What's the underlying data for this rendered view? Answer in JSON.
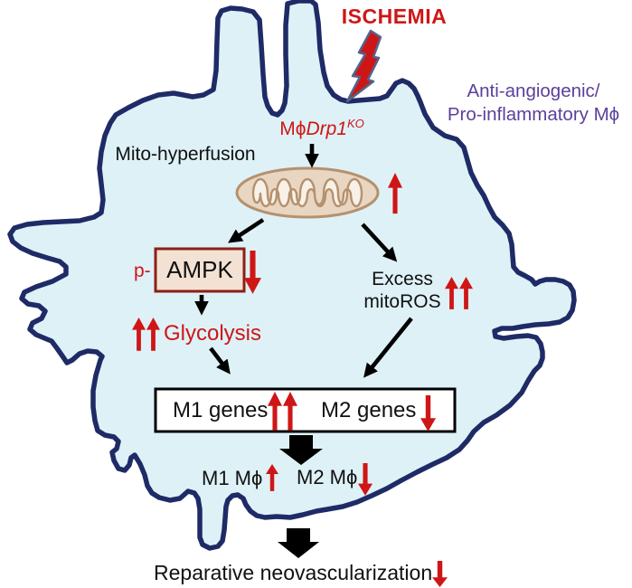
{
  "labels": {
    "ischemia": "ISCHEMIA",
    "cell_type_line1": "Anti-angiogenic/",
    "cell_type_line2": "Pro-inflammatory Mϕ",
    "genotype_prefix": "Mϕ",
    "genotype_gene": "Drp1",
    "genotype_superscript": "KO",
    "mito_state": "Mito-hyperfusion",
    "phospho_prefix": "p-",
    "kinase": "AMPK",
    "glycolysis": "Glycolysis",
    "ros_line1": "Excess",
    "ros_line2": "mitoROS",
    "m1_genes": "M1 genes",
    "m2_genes": "M2 genes",
    "m1_macrophage": "M1 Mϕ",
    "m2_macrophage": "M2 Mϕ",
    "outcome": "Reparative neovascularization"
  },
  "icons": {
    "lightning_bolt": "ischemia-stimulus",
    "up_arrow": "increase",
    "double_up_arrow": "strong-increase",
    "down_arrow": "decrease",
    "block_down_arrow": "leads-to",
    "mitochondria": "hyperfused-mitochondrion",
    "cell_outline": "macrophage-cell"
  },
  "colors": {
    "accent_red": "#cf1616",
    "membrane_navy": "#1e2b66",
    "cell_fill": "#def1f7",
    "text_purple": "#5b3f9c",
    "ampk_fill": "#f3e2d4",
    "ampk_border": "#8b2015",
    "mito_fill": "#e9d6c2",
    "mito_border": "#b5916e",
    "mito_inner": "#f8f1e8",
    "box_border": "#000000",
    "arrow_black": "#000000",
    "bolt_outline": "#53648c"
  }
}
